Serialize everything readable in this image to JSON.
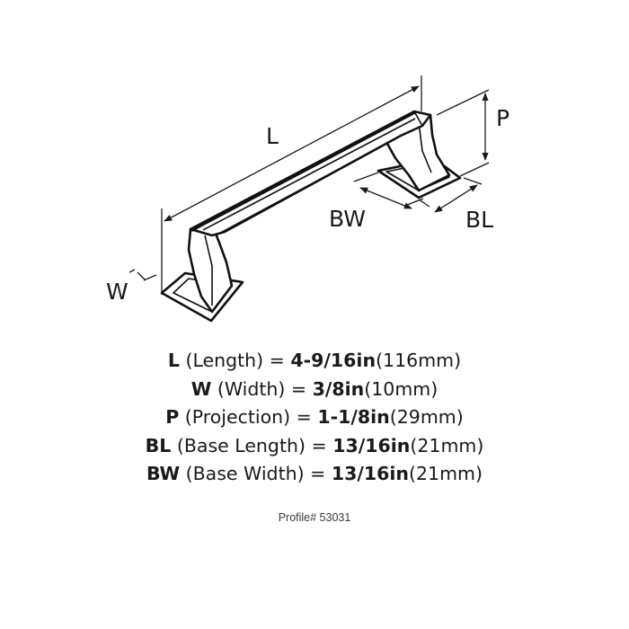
{
  "diagram": {
    "labels": {
      "length": "L",
      "width": "W",
      "projection": "P",
      "base_width": "BW",
      "base_length": "BL"
    }
  },
  "specs": [
    {
      "abbr": "L",
      "name": " (Length) = ",
      "value": "4-9/16in",
      "metric": "(116mm)"
    },
    {
      "abbr": "W",
      "name": " (Width) = ",
      "value": "3/8in",
      "metric": "(10mm)"
    },
    {
      "abbr": "P",
      "name": " (Projection) = ",
      "value": "1-1/8in",
      "metric": "(29mm)"
    },
    {
      "abbr": "BL",
      "name": " (Base Length) = ",
      "value": "13/16in",
      "metric": "(21mm)"
    },
    {
      "abbr": "BW",
      "name": " (Base Width) = ",
      "value": "13/16in",
      "metric": "(21mm)"
    }
  ],
  "profile": "Profile# 53031"
}
